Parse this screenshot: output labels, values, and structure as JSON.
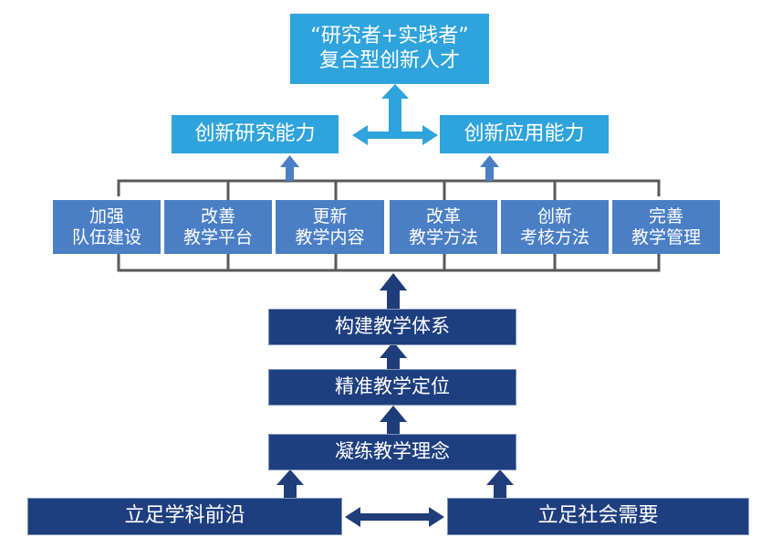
{
  "goal": {
    "line1": "“研究者+实践者”",
    "line2": "复合型创新人才"
  },
  "abilities": {
    "research": "创新研究能力",
    "application": "创新应用能力"
  },
  "measures": [
    {
      "line1": "加强",
      "line2": "队伍建设"
    },
    {
      "line1": "改善",
      "line2": "教学平台"
    },
    {
      "line1": "更新",
      "line2": "教学内容"
    },
    {
      "line1": "改革",
      "line2": "教学方法"
    },
    {
      "line1": "创新",
      "line2": "考核方法"
    },
    {
      "line1": "完善",
      "line2": "教学管理"
    }
  ],
  "steps": {
    "system": "构建教学体系",
    "positioning": "精准教学定位",
    "concept": "凝练教学理念"
  },
  "foundations": {
    "frontier": "立足学科前沿",
    "society": "立足社会需要"
  },
  "colors": {
    "light_blue": "#2fa3dc",
    "mid_blue": "#4a7fc6",
    "dark_blue": "#1e3f7f",
    "arrow_dark": "#1f3d7a",
    "connector": "#595959"
  }
}
